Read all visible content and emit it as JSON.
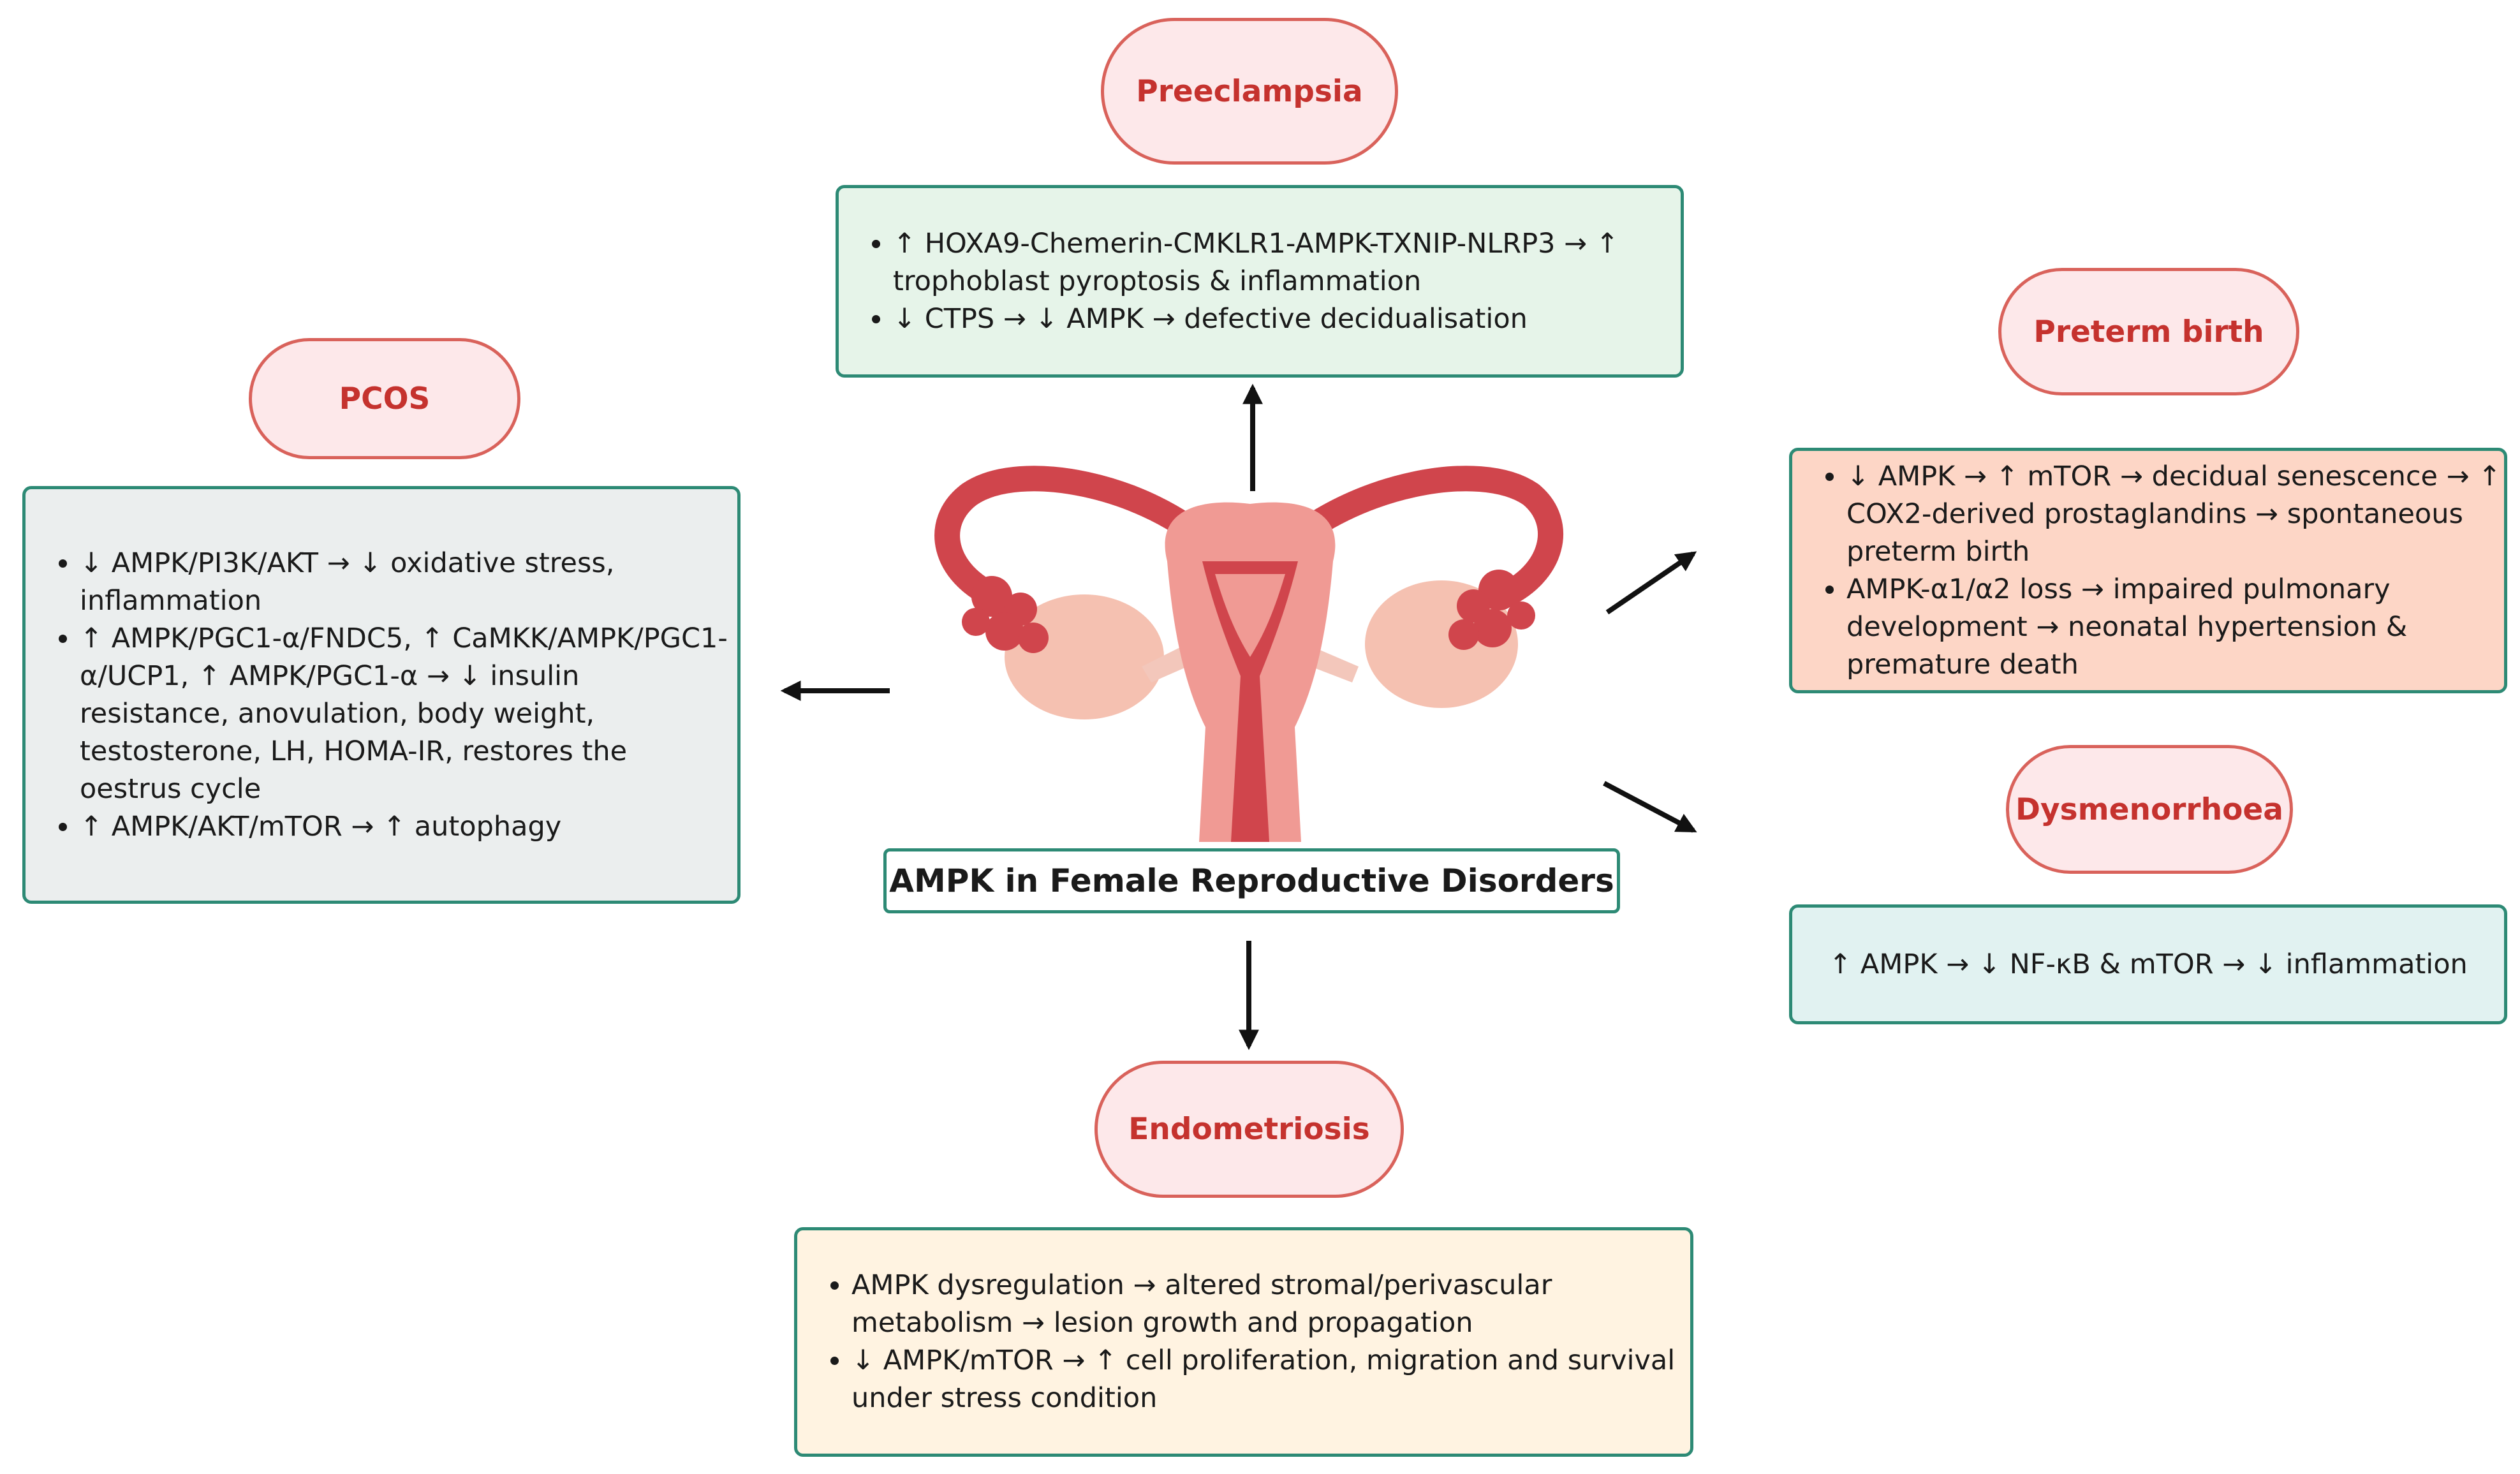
{
  "center": {
    "title": "AMPK in Female Reproductive Disorders"
  },
  "preeclampsia": {
    "label": "Preeclampsia",
    "points": [
      "↑ HOXA9-Chemerin-CMKLR1-AMPK-TXNIP-NLRP3 → ↑ trophoblast pyroptosis & inflammation",
      "↓  CTPS → ↓ AMPK → defective decidualisation"
    ]
  },
  "pcos": {
    "label": "PCOS",
    "points": [
      "↓ AMPK/PI3K/AKT → ↓ oxidative stress, inflammation",
      "↑ AMPK/PGC1-α/FNDC5, ↑ CaMKK/AMPK/PGC1-α/UCP1, ↑ AMPK/PGC1-α  → ↓  insulin resistance, anovulation, body weight, testosterone, LH, HOMA-IR, restores the oestrus cycle",
      "↑ AMPK/AKT/mTOR  →  ↑ autophagy"
    ]
  },
  "preterm": {
    "label": "Preterm birth",
    "points": [
      "↓ AMPK → ↑ mTOR  → decidual senescence → ↑ COX2-derived prostaglandins → spontaneous preterm birth",
      "AMPK-α1/α2 loss → impaired pulmonary development → neonatal hypertension & premature death"
    ]
  },
  "dysmenorrhoea": {
    "label": "Dysmenorrhoea",
    "text": "↑ AMPK → ↓ NF-κB & mTOR →  ↓  inflammation"
  },
  "endometriosis": {
    "label": "Endometriosis",
    "points": [
      "AMPK dysregulation → altered stromal/perivascular metabolism → lesion growth and propagation",
      "↓ AMPK/mTOR → ↑ cell proliferation, migration and survival under stress condition"
    ]
  },
  "colors": {
    "pill_border": "#d9625b",
    "pill_fill": "#fde8ea",
    "pill_text": "#c5322e",
    "box_border": "#2d8a75",
    "preeclampsia_fill": "#e6f4e9",
    "pcos_fill": "#ebeeee",
    "preterm_fill": "#fdd6c6",
    "dysmenorrhoea_fill": "#e1f2f1",
    "endometriosis_fill": "#fff3e1",
    "uterus": "#d0454c"
  },
  "icons": {
    "center_illustration": "uterus-icon"
  }
}
